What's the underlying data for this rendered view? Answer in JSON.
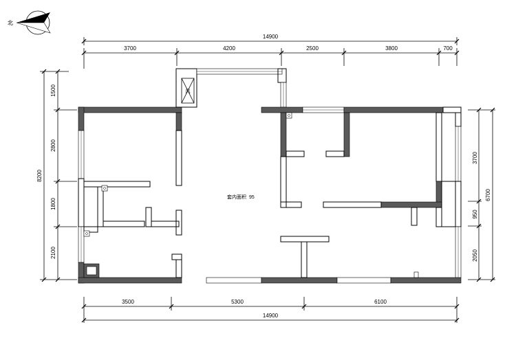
{
  "compass": {
    "north_label": "北"
  },
  "dimensions": {
    "top_total": "14900",
    "top_segments": [
      "3700",
      "4200",
      "2500",
      "3800",
      "700"
    ],
    "bottom_segments": [
      "3500",
      "5300",
      "6100"
    ],
    "bottom_total": "14900",
    "left_total": "8200",
    "left_segments": [
      "1500",
      "2800",
      "1800",
      "2100"
    ],
    "right_total": "6700",
    "right_segments": [
      "3700",
      "950",
      "2050"
    ]
  },
  "annotation": {
    "area_label": "套内面积",
    "area_value": "95"
  },
  "shaft": {
    "label": "风"
  }
}
